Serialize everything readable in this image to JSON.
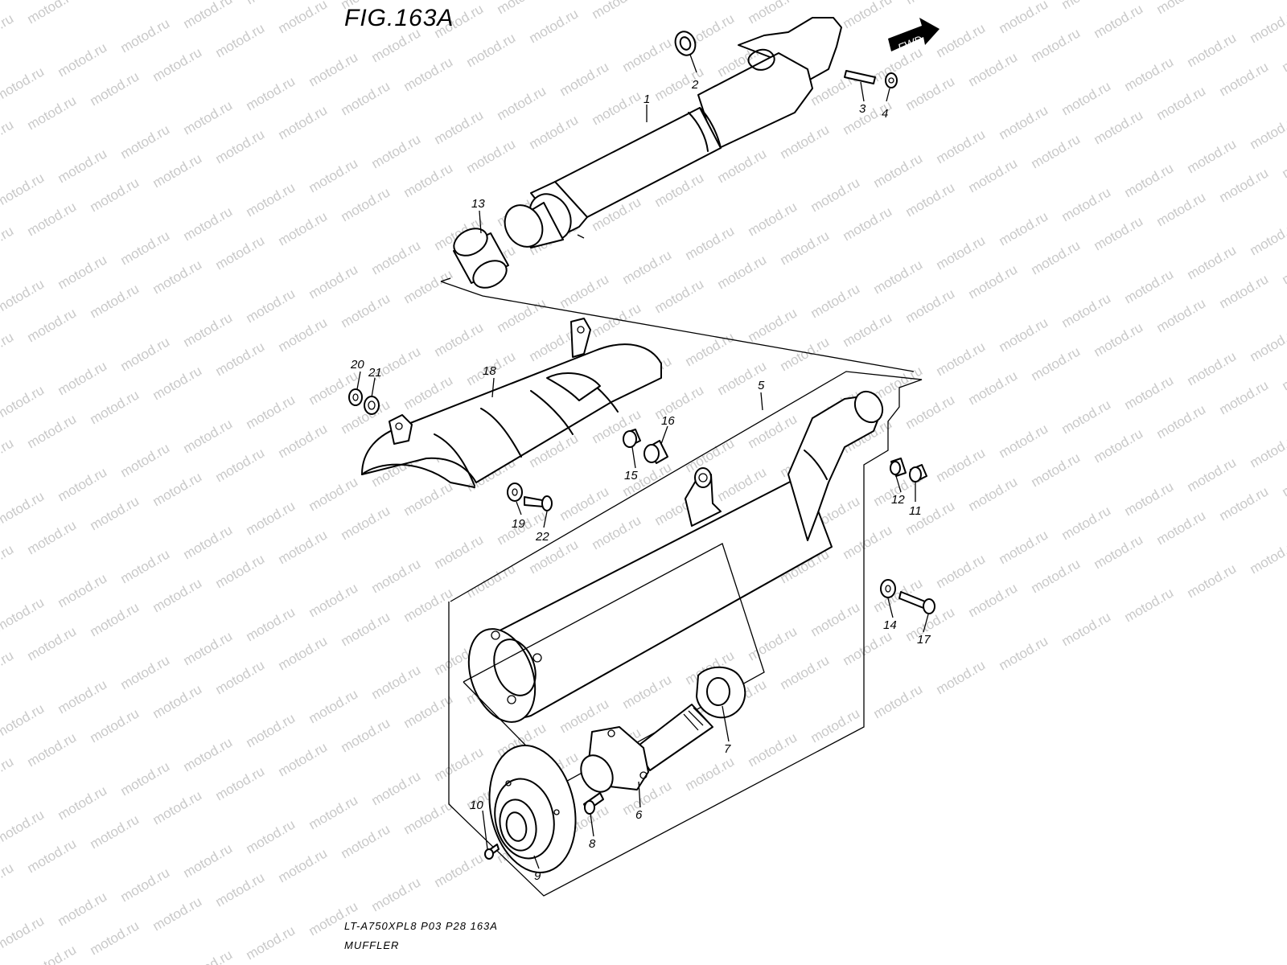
{
  "figure": {
    "title": "FIG.163A",
    "model_code": "LT-A750XPL8  P03  P28  163A",
    "section_name": "MUFFLER",
    "direction_label": "FWD"
  },
  "watermark": {
    "text": "motod.ru"
  },
  "callouts": [
    {
      "id": "c1",
      "number": "1"
    },
    {
      "id": "c2",
      "number": "2"
    },
    {
      "id": "c3",
      "number": "3"
    },
    {
      "id": "c4",
      "number": "4"
    },
    {
      "id": "c5",
      "number": "5"
    },
    {
      "id": "c6",
      "number": "6"
    },
    {
      "id": "c7",
      "number": "7"
    },
    {
      "id": "c8",
      "number": "8"
    },
    {
      "id": "c9",
      "number": "9"
    },
    {
      "id": "c10",
      "number": "10"
    },
    {
      "id": "c11",
      "number": "11"
    },
    {
      "id": "c12",
      "number": "12"
    },
    {
      "id": "c13",
      "number": "13"
    },
    {
      "id": "c14",
      "number": "14"
    },
    {
      "id": "c15",
      "number": "15"
    },
    {
      "id": "c16",
      "number": "16"
    },
    {
      "id": "c17",
      "number": "17"
    },
    {
      "id": "c18",
      "number": "18"
    },
    {
      "id": "c19",
      "number": "19"
    },
    {
      "id": "c20",
      "number": "20"
    },
    {
      "id": "c21",
      "number": "21"
    },
    {
      "id": "c22",
      "number": "22"
    }
  ]
}
